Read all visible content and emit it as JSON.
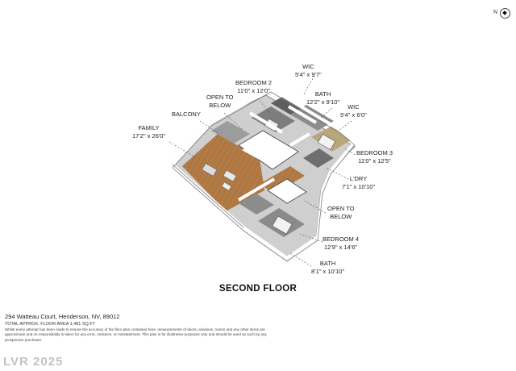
{
  "compass": {
    "letter": "N"
  },
  "rooms": {
    "bedroom2": {
      "name": "BEDROOM 2",
      "dims": "11'0\" x 12'0\""
    },
    "wic1": {
      "name": "WIC",
      "dims": "5'4\" x 9'7\""
    },
    "bath1": {
      "name": "BATH",
      "dims": "12'2\" x 9'10\""
    },
    "wic2": {
      "name": "WIC",
      "dims": "5'4\" x 6'0\""
    },
    "open1": {
      "line1": "OPEN TO",
      "line2": "BELOW"
    },
    "balcony": {
      "name": "BALCONY"
    },
    "family": {
      "name": "FAMILY",
      "dims": "17'2\" x 26'0\""
    },
    "bedroom3": {
      "name": "BEDROOM 3",
      "dims": "11'0\" x 12'5\""
    },
    "laundry": {
      "name": "L'DRY",
      "dims": "7'1\" x 10'10\""
    },
    "open2": {
      "line1": "OPEN TO",
      "line2": "BELOW"
    },
    "bedroom4": {
      "name": "BEDROOM 4",
      "dims": "12'9\" x 14'6\""
    },
    "bath2": {
      "name": "BATH",
      "dims": "8'1\" x 10'10\""
    }
  },
  "floor_title": "SECOND FLOOR",
  "footer": {
    "address": "294 Watteau Court, Henderson, NV, 89012",
    "total_area": "TOTAL APPROX. FLOOR AREA 1,481 SQ.FT",
    "disclaimer": "Whilst every attempt has been made to ensure the accuracy of the floor plan contained here, measurements of doors, windows, rooms and any other items are approximate and no responsibility is taken for any error, omission, or misstatement. This plan is for illustrative purposes only and should be used as such by any prospective purchaser.",
    "watermark": "LVR 2025"
  },
  "colors": {
    "wall": "#ffffff",
    "wall_shade": "#9a9a9a",
    "wood": "#b07a48",
    "tile": "#8c8c8c",
    "dark": "#3a3a3a"
  }
}
